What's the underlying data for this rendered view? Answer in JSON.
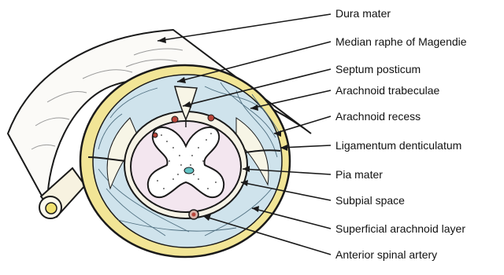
{
  "labels": {
    "dura_mater": "Dura mater",
    "median_raphe": "Median raphe of Magendie",
    "septum_posticum": "Septum posticum",
    "arachnoid_trabeculae": "Arachnoid trabeculae",
    "arachnoid_recess": "Arachnoid recess",
    "ligamentum_denticulatum": "Ligamentum denticulatum",
    "pia_mater": "Pia mater",
    "subpial_space": "Subpial space",
    "superficial_arachnoid_layer": "Superficial arachnoid layer",
    "anterior_spinal_artery": "Anterior spinal artery"
  },
  "colors": {
    "dura": "#f2e596",
    "arachnoid_space": "#cfe3ec",
    "cord": "#f3e6ef",
    "grey_matter": "#ffffff",
    "central_canal": "#63c3c4",
    "outline": "#1a1a1a",
    "vessel": "#b8453a"
  }
}
